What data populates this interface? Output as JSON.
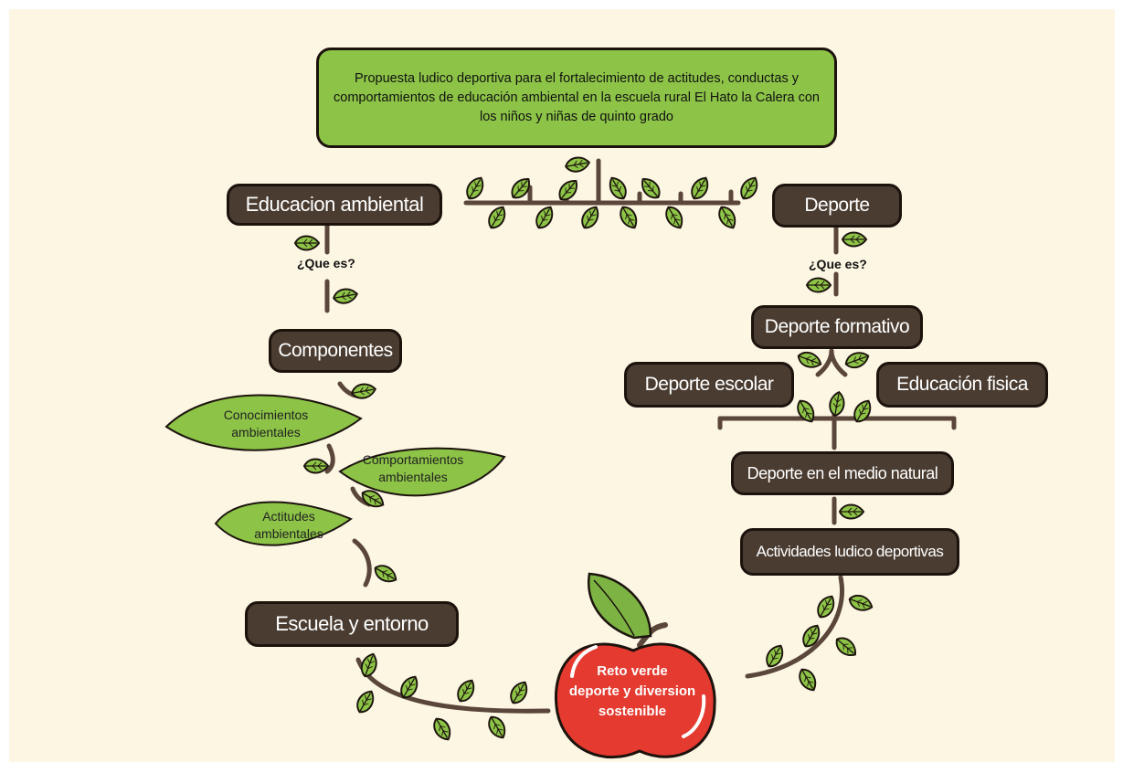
{
  "title": "Propuesta ludico deportiva para el fortalecimiento de  actitudes, conductas y comportamientos de educación ambiental en la escuela rural El Hato la Calera con los niños y niñas  de quinto grado",
  "left_branch": {
    "head": "Educacion ambiental",
    "question": "¿Que es?",
    "components": "Componentes",
    "leaves": {
      "conocimientos": "Conocimientos ambientales",
      "comportamientos": "Comportamientos ambientales",
      "actitudes": "Actitudes ambientales"
    },
    "school": "Escuela y entorno"
  },
  "right_branch": {
    "head": "Deporte",
    "question": "¿Que es?",
    "formativo": "Deporte formativo",
    "escolar": "Deporte escolar",
    "fisica": "Educación fisica",
    "medio_natural": "Deporte en el medio natural",
    "actividades": "Actividades ludico deportivas"
  },
  "center": {
    "line1": "Reto verde",
    "line2": "deporte y diversion",
    "line3": "sostenible"
  },
  "colors": {
    "background": "#fdf6e3",
    "title_fill": "#8dc447",
    "box_fill": "#4a3c31",
    "border": "#1c130d",
    "branch": "#5a463a",
    "leaf": "#8dc447",
    "apple": "#e53a2f",
    "apple_leaf": "#7cb342"
  },
  "icons": [
    "leaf-icon",
    "apple-icon"
  ]
}
